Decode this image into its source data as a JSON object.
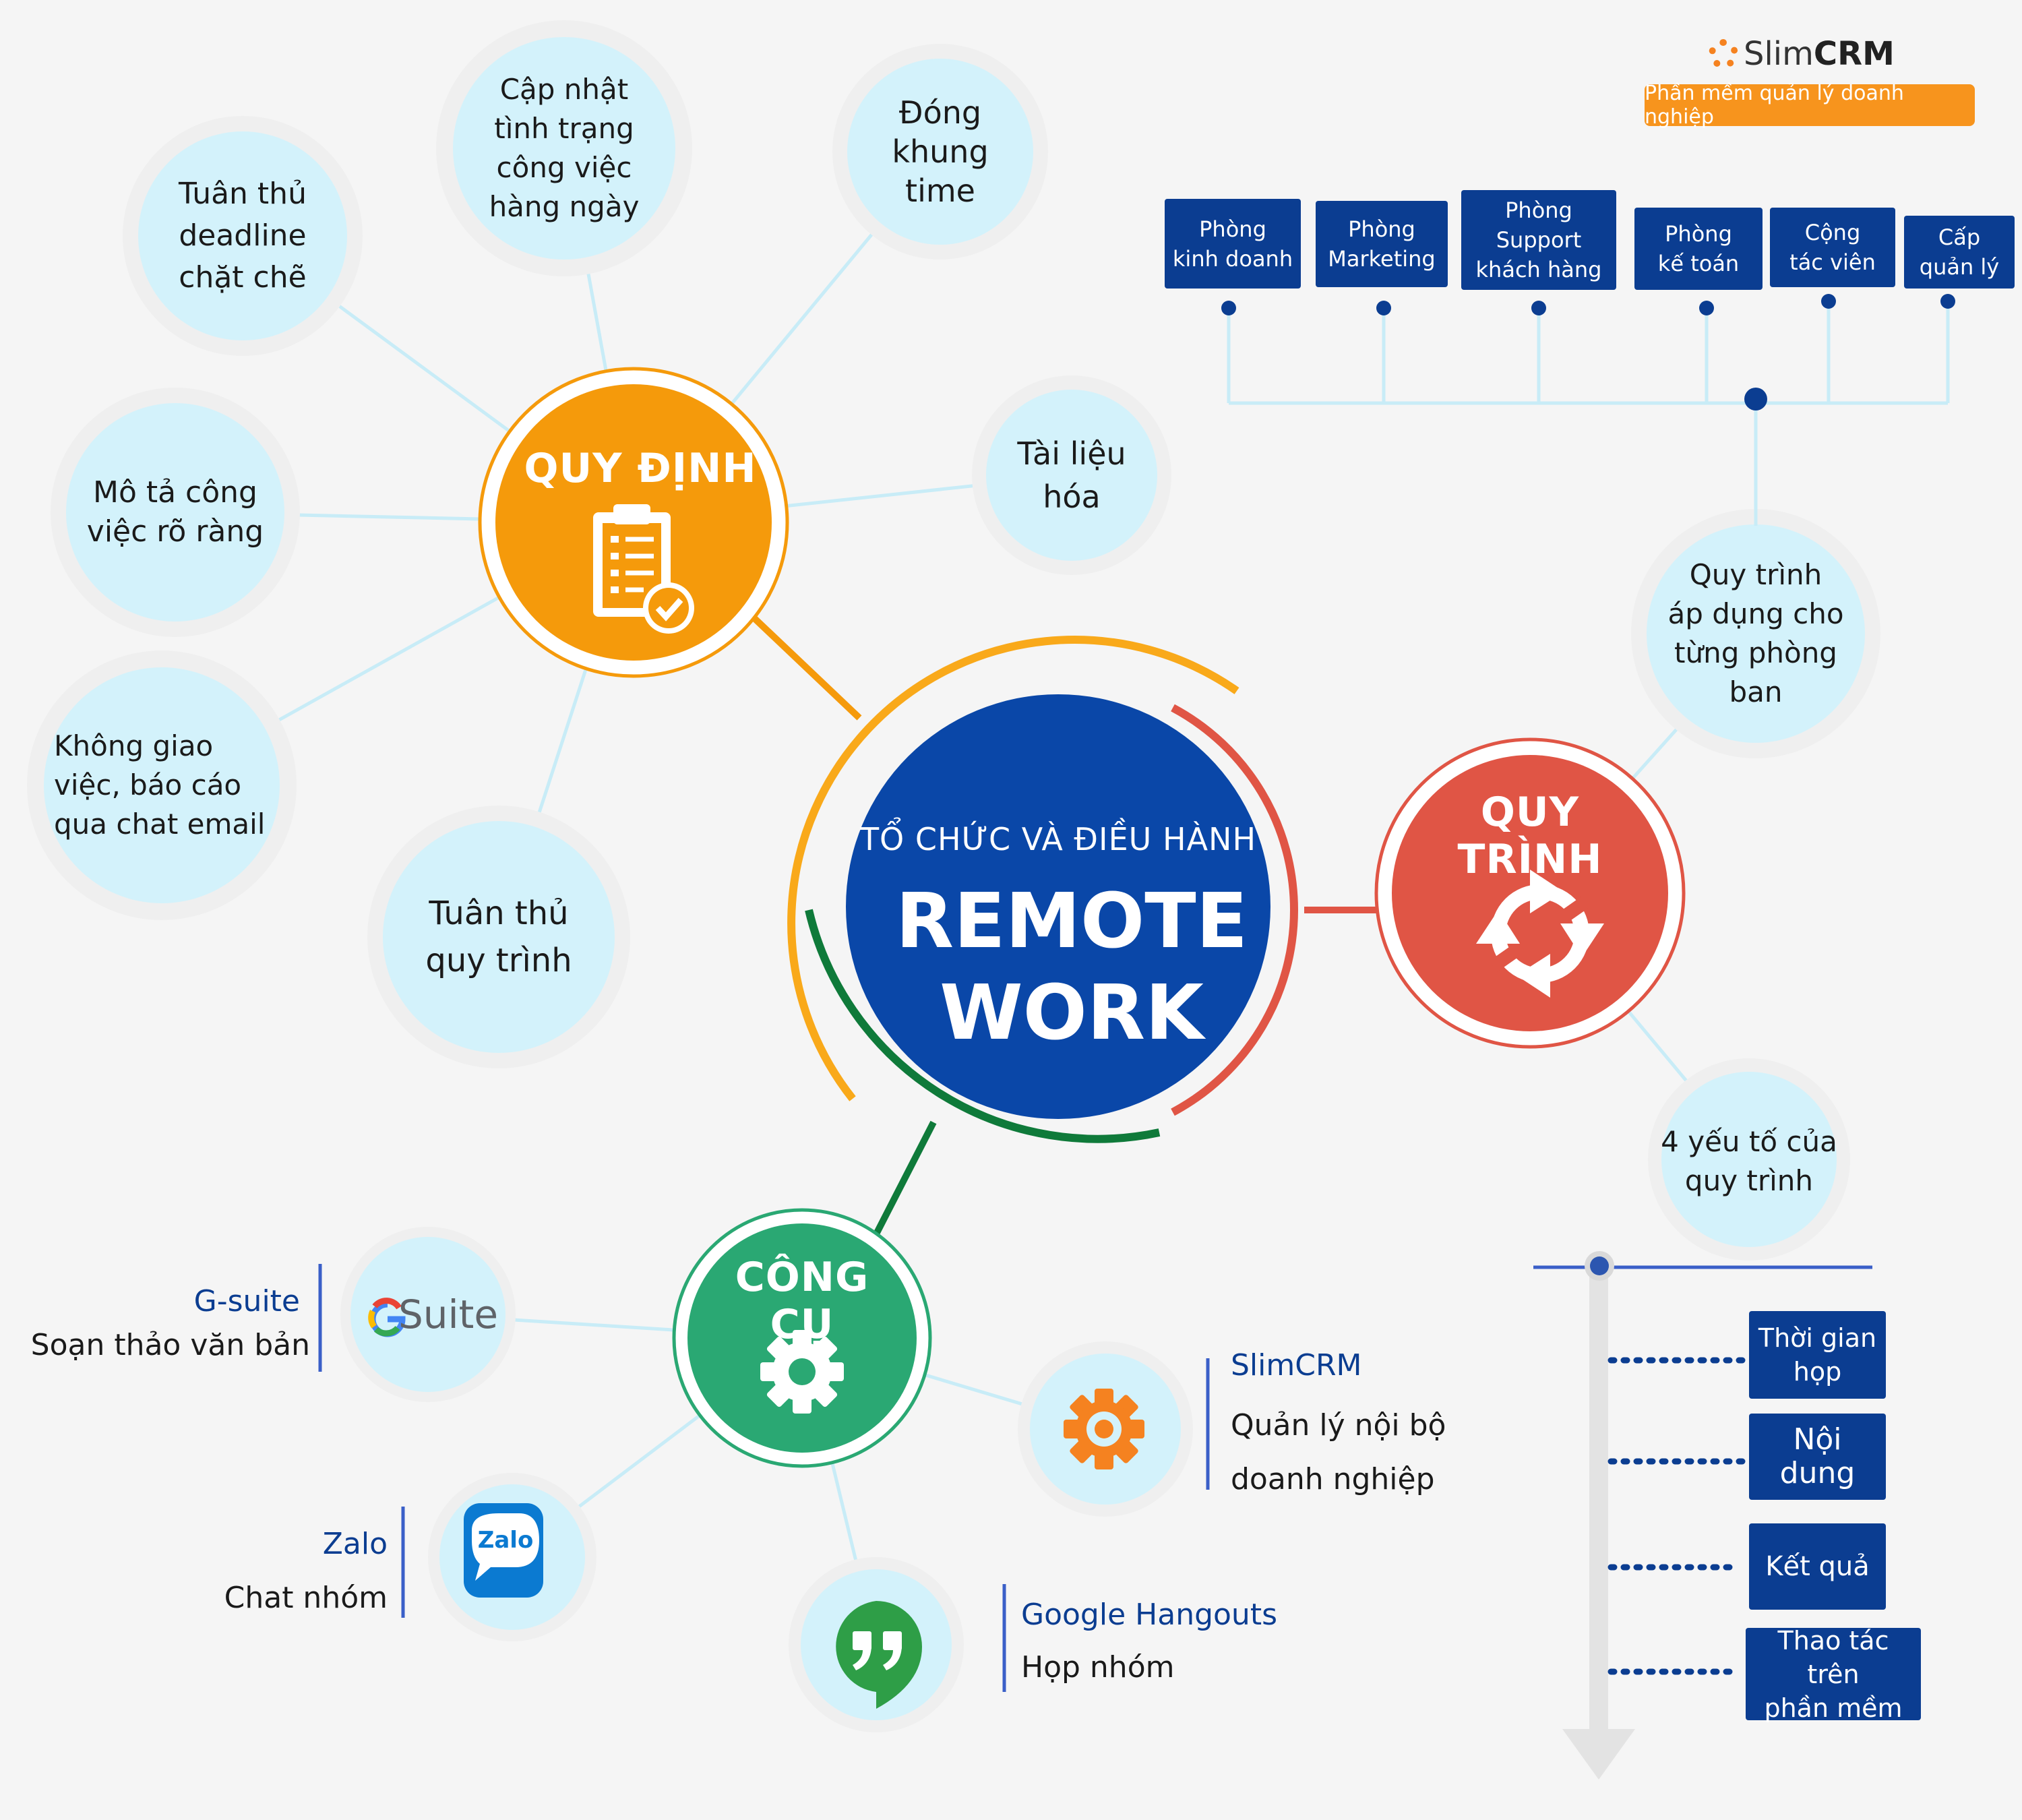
{
  "brand": {
    "name_light": "Slim",
    "name_bold": "CRM",
    "tagline": "Phần mềm quản lý doanh nghiệp"
  },
  "center": {
    "subtitle": "TỔ CHỨC VÀ ĐIỀU HÀNH",
    "title": "REMOTE\nWORK"
  },
  "quy_dinh": {
    "title": "QUY ĐỊNH",
    "items": [
      "Cập nhật\ntình trạng\ncông việc\nhàng ngày",
      "Đóng\nkhung time",
      "Tuân thủ\ndeadline\nchặt chẽ",
      "Tài liệu\nhóa",
      "Mô tả công\nviệc rõ ràng",
      "Không giao\nviệc, báo cáo\nqua chat email",
      "Tuân thủ\nquy trình"
    ]
  },
  "quy_trinh": {
    "title": "QUY TRÌNH",
    "branch_1": "Quy trình\náp dụng cho\ntừng phòng\nban",
    "branch_2": "4 yếu tố của\nquy trình",
    "departments": [
      "Phòng\nkinh doanh",
      "Phòng\nMarketing",
      "Phòng\nSupport\nkhách hàng",
      "Phòng\nkế toán",
      "Cộng\ntác viên",
      "Cấp\nquản lý"
    ],
    "factors": [
      "Thời gian\nhọp",
      "Nội dung",
      "Kết quả",
      "Thao tác trên\nphần mềm"
    ]
  },
  "cong_cu": {
    "title": "CÔNG CỤ",
    "tools": [
      {
        "name": "G-suite",
        "desc": "Soạn thảo văn bản",
        "logo_text": "Suite",
        "logo_letter": "G",
        "icon": "gsuite-logo-icon"
      },
      {
        "name": "SlimCRM",
        "desc": "Quản lý nội bộ\ndoanh nghiệp",
        "icon": "slimcrm-gear-icon"
      },
      {
        "name": "Zalo",
        "desc": "Chat nhóm",
        "logo_text": "Zalo",
        "icon": "zalo-logo-icon"
      },
      {
        "name": "Google Hangouts",
        "desc": "Họp nhóm",
        "icon": "hangouts-logo-icon"
      }
    ]
  },
  "icons": {
    "quy_dinh": "clipboard-check-icon",
    "quy_trinh": "refresh-cycle-icon",
    "cong_cu": "gear-icon"
  },
  "colors": {
    "quy_dinh": "#f59a0b",
    "quy_trinh": "#e05545",
    "cong_cu": "#2aa873",
    "center": "#0a47a8",
    "bubble": "#d3f2fb",
    "dark_blue": "#0b3d91",
    "connector": "#c8ecf7"
  }
}
